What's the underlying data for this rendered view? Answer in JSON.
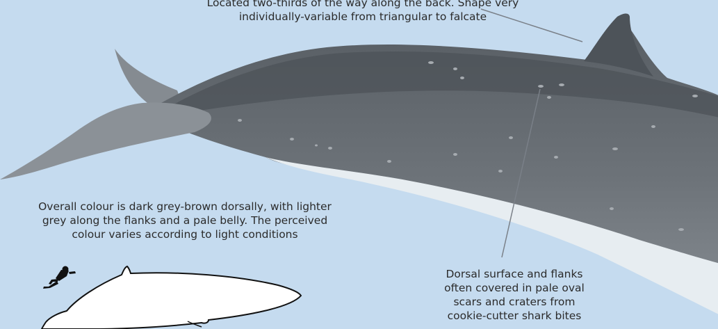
{
  "annotations": {
    "dorsal_fin": {
      "lines": [
        "Located two-thirds of the way along the back. Shape very",
        "individually-variable from triangular to falcate"
      ]
    },
    "colour": {
      "lines": [
        "Overall colour is dark grey-brown dorsally, with lighter",
        "grey along the flanks and a pale belly. The perceived",
        "colour varies according to light conditions"
      ]
    },
    "scars": {
      "lines": [
        "Dorsal surface and flanks",
        "often covered in pale oval",
        "scars and craters from",
        "cookie-cutter shark bites"
      ]
    }
  },
  "icons": [
    "whale-illustration",
    "diver-silhouette-icon",
    "whale-silhouette-icon"
  ],
  "colors": {
    "background": "#c5dbef",
    "whale_back": "#4f555b",
    "whale_flank": "#7b8187",
    "belly": "#e9eff3",
    "fluke": "#8b9197",
    "silhouette_fill": "#ffffff",
    "text": "#2b2b2b",
    "leader_line": "#7a8088"
  }
}
